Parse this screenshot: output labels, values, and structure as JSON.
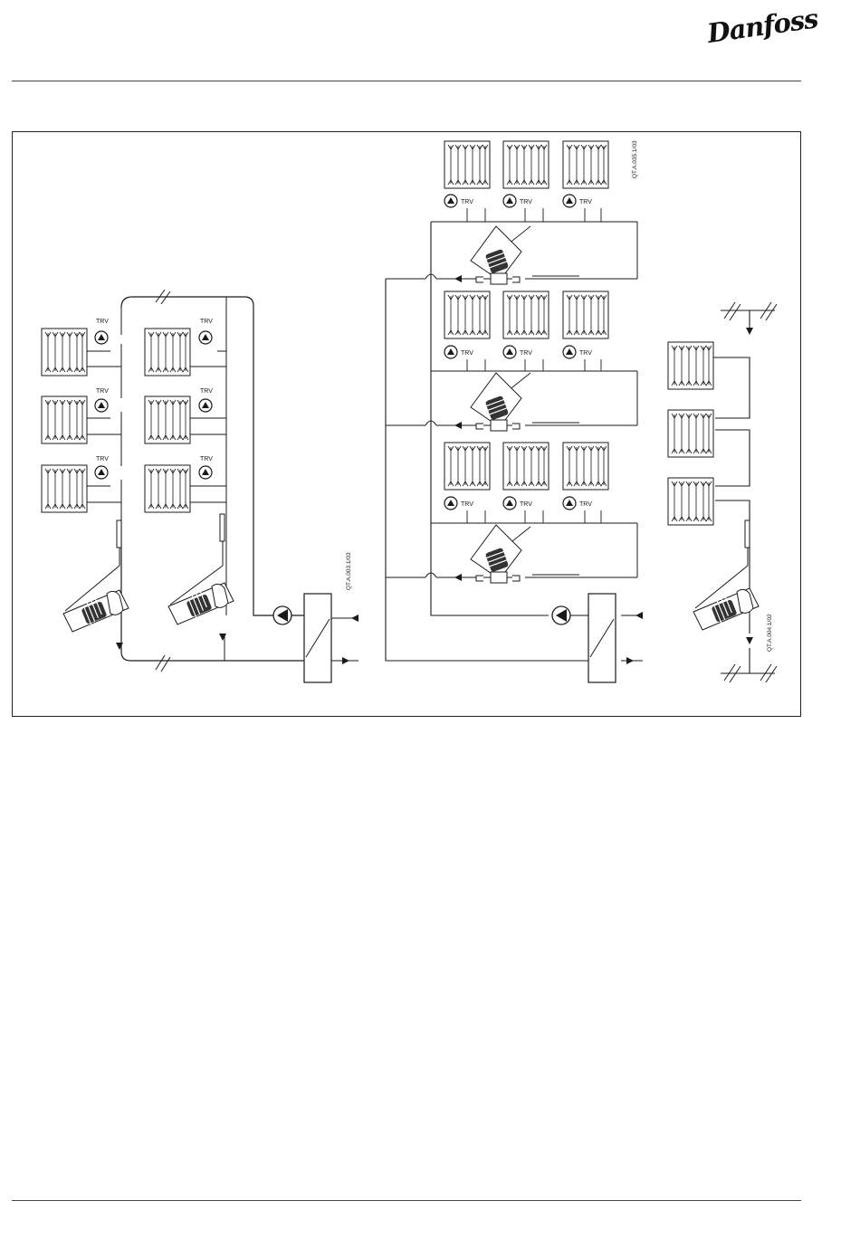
{
  "header": {
    "brand": "Danfoss"
  },
  "diagram": {
    "valve_label": "TRV",
    "ref_left": "QT.A.003.1/03",
    "ref_middle": "QT.A.035.1/03",
    "ref_right": "QT.A.004.1/02"
  },
  "colors": {
    "line": "#1a1a1a",
    "background": "#ffffff"
  }
}
